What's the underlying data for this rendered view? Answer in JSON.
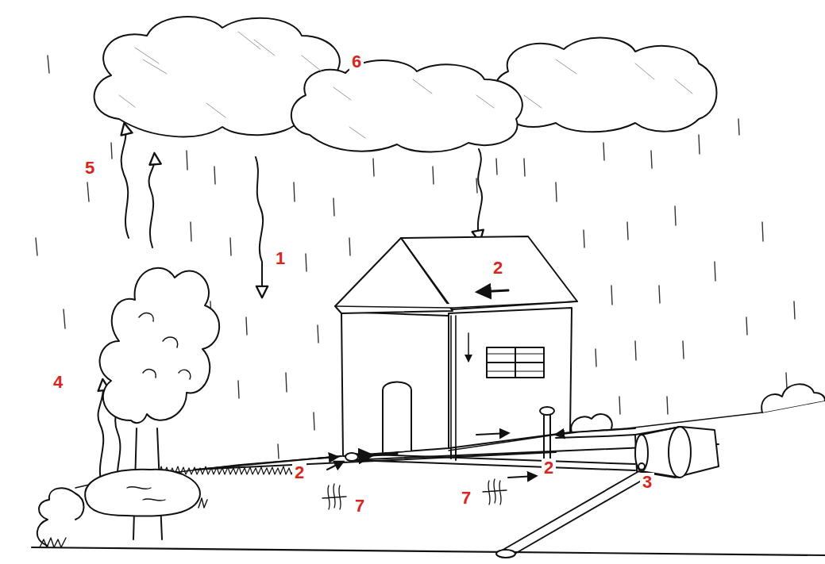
{
  "diagram": {
    "labels": [
      "6",
      "5",
      "1",
      "2",
      "4",
      "2",
      "2",
      "3",
      "7",
      "7"
    ]
  }
}
